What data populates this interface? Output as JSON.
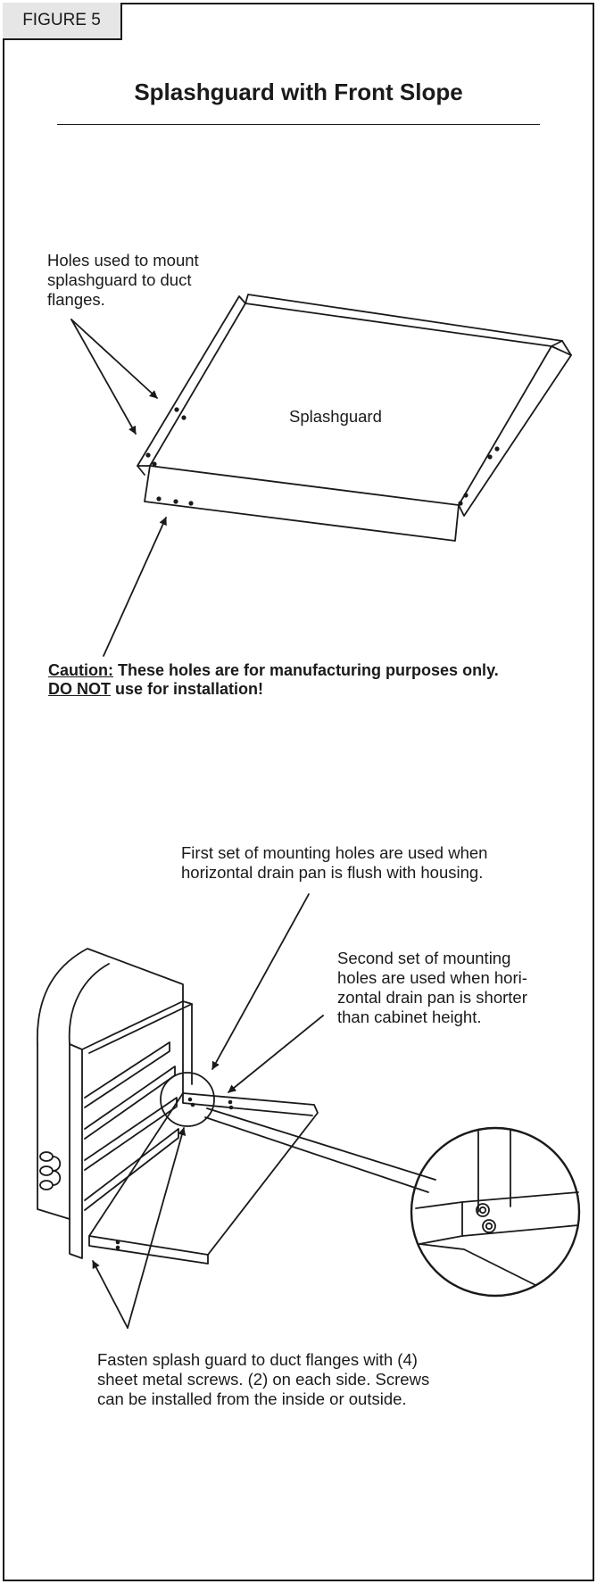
{
  "figure_label": "FIGURE 5",
  "title": "Splashguard with Front Slope",
  "top_diagram": {
    "holes_label": [
      "Holes used to mount",
      "splashguard to duct",
      "flanges."
    ],
    "part_label": "Splashguard",
    "caution": {
      "prefix": "Caution:",
      "line1_rest": " These holes are for manufacturing purposes only.",
      "line2_emph": "DO NOT",
      "line2_rest": " use for installation!"
    }
  },
  "bottom_diagram": {
    "first_set_label": [
      "First set of mounting holes are used when",
      "horizontal drain pan is flush with housing."
    ],
    "second_set_label": [
      "Second set of mounting",
      "holes are used when hori-",
      "zontal drain pan is shorter",
      "than cabinet height."
    ],
    "fasten_label": [
      "Fasten splash guard to duct flanges with (4)",
      "sheet metal screws. (2) on each side. Screws",
      "can be installed from the inside or outside."
    ]
  },
  "colors": {
    "ink": "#1a1a1a",
    "tab_fill": "#e6e6e6",
    "paper": "#ffffff"
  }
}
